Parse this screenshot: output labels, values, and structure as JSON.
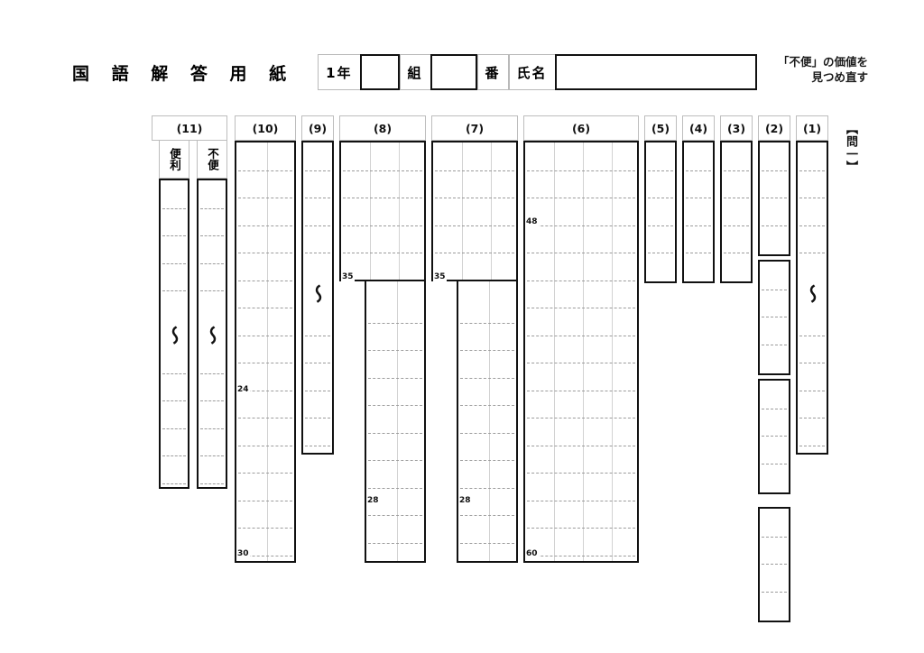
{
  "document": {
    "sheet_title": "国 語 解 答 用 紙",
    "passage_title_line1": "「不便」の価値を",
    "passage_title_line2": "見つめ直す"
  },
  "header": {
    "grade_label": "1年",
    "class_label": "組",
    "number_label": "番",
    "name_label": "氏名",
    "class_value": "",
    "number_value": "",
    "name_value": ""
  },
  "question_group": {
    "label": "【問一】"
  },
  "columns": [
    {
      "id": "q11",
      "caption": "(11)",
      "sublabels": [
        "便利",
        "不便"
      ],
      "tilde": "〜"
    },
    {
      "id": "q10",
      "caption": "(10)",
      "marks": [
        "24",
        "30"
      ]
    },
    {
      "id": "q9",
      "caption": "(9)",
      "tilde": "〜"
    },
    {
      "id": "q8",
      "caption": "(8)",
      "marks": [
        "35",
        "28"
      ]
    },
    {
      "id": "q7",
      "caption": "(7)",
      "marks": [
        "35",
        "28"
      ]
    },
    {
      "id": "q6",
      "caption": "(6)",
      "marks": [
        "48",
        "60"
      ]
    },
    {
      "id": "q5",
      "caption": "(5)"
    },
    {
      "id": "q4",
      "caption": "(4)"
    },
    {
      "id": "q3",
      "caption": "(3)"
    },
    {
      "id": "q2",
      "caption": "(2)"
    },
    {
      "id": "q1",
      "caption": "(1)",
      "tilde": "〜"
    }
  ],
  "marks": {
    "q10_mid": "24",
    "q10_end": "30",
    "q8_step": "35",
    "q8_end": "28",
    "q7_step": "35",
    "q7_end": "28",
    "q6_mid": "48",
    "q6_end": "60"
  },
  "glyphs": {
    "tilde": "〜"
  },
  "colors": {
    "box_border": "#111111",
    "caption_border": "#bdbdbd",
    "row_rule": "#9c9c9c",
    "col_rule": "#d2d2d2"
  }
}
